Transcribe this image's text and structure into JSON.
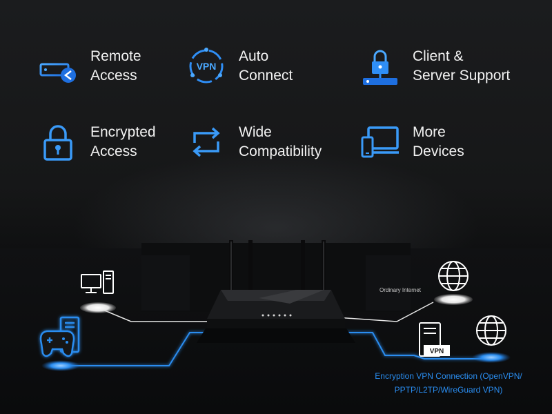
{
  "features": [
    {
      "id": "remote-access",
      "line1": "Remote",
      "line2": "Access",
      "icon": "router-remote-icon"
    },
    {
      "id": "auto-connect",
      "line1": "Auto",
      "line2": "Connect",
      "icon": "vpn-globe-icon"
    },
    {
      "id": "client-server",
      "line1": "Client &",
      "line2": "Server Support",
      "icon": "server-lock-icon"
    },
    {
      "id": "encrypted-access",
      "line1": "Encrypted",
      "line2": "Access",
      "icon": "padlock-icon"
    },
    {
      "id": "wide-compat",
      "line1": "Wide",
      "line2": "Compatibility",
      "icon": "sync-arrows-icon"
    },
    {
      "id": "more-devices",
      "line1": "More",
      "line2": "Devices",
      "icon": "devices-icon"
    }
  ],
  "diagram": {
    "ordinary_internet": "Ordinary Internet",
    "vpn_tag": "VPN",
    "caption_line1": "Encryption VPN Connection (OpenVPN/",
    "caption_line2": "PPTP/L2TP/WireGuard VPN)"
  },
  "colors": {
    "accent": "#2a8df0",
    "text": "#f2f2f2",
    "background": "#151617"
  }
}
